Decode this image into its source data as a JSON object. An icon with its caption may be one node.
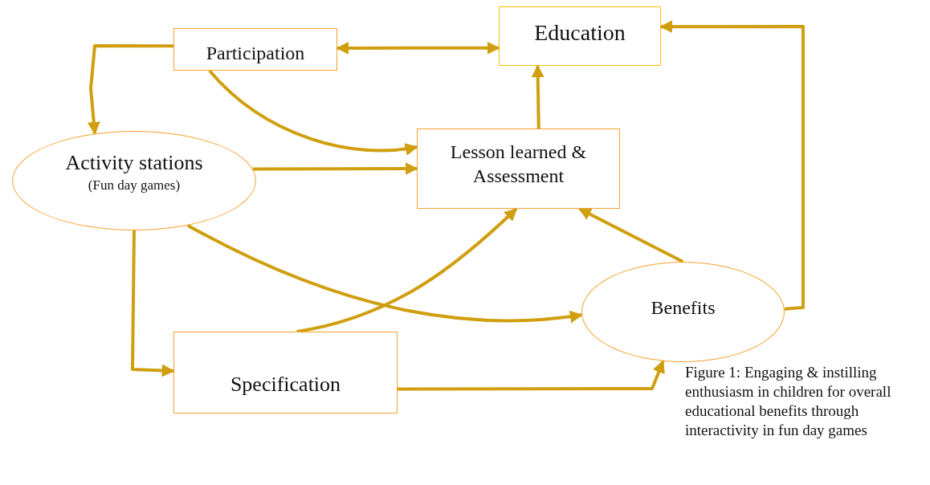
{
  "diagram": {
    "caption": "Figure 1: Engaging & instilling enthusiasm in children for overall educational benefits through interactivity in fun day games",
    "nodes": [
      {
        "text": [
          "Participation"
        ]
      },
      {
        "text": [
          "Education"
        ]
      },
      {
        "text": [
          "Activity stations",
          "(Fun day games)"
        ]
      },
      {
        "text": [
          "Lesson learned & Assessment"
        ]
      },
      {
        "text": [
          "Benefits"
        ]
      },
      {
        "text": [
          "Specification"
        ]
      }
    ],
    "edges": [
      {
        "from": 0,
        "to": 1,
        "arrow": "both"
      },
      {
        "from": 0,
        "to": 2,
        "arrow": "to"
      },
      {
        "from": 0,
        "to": 3,
        "arrow": "to"
      },
      {
        "from": 2,
        "to": 3,
        "arrow": "to"
      },
      {
        "from": 3,
        "to": 1,
        "arrow": "to"
      },
      {
        "from": 4,
        "to": 1,
        "arrow": "to"
      },
      {
        "from": 2,
        "to": 4,
        "arrow": "to"
      },
      {
        "from": 2,
        "to": 5,
        "arrow": "to"
      },
      {
        "from": 5,
        "to": 3,
        "arrow": "to"
      },
      {
        "from": 4,
        "to": 3,
        "arrow": "to"
      },
      {
        "from": 5,
        "to": 4,
        "arrow": "to"
      }
    ]
  }
}
